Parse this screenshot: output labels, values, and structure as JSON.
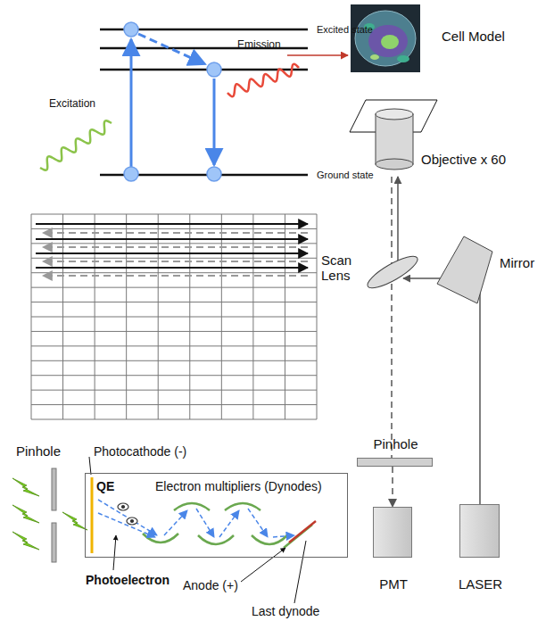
{
  "diagram": {
    "nodes": [
      {
        "text": [
          "QE",
          "Electron multipliers (Dynodes)"
        ]
      },
      {
        "text": [
          "PMT"
        ]
      },
      {
        "text": [
          "LASER"
        ]
      },
      {
        "text": [
          "Pinhole"
        ]
      }
    ],
    "edges": [
      {
        "from": 3,
        "to": 1,
        "arrow": "to"
      }
    ],
    "labels": [
      "Excited state",
      "Emission",
      "Excitation",
      "Ground state",
      "Cell Model",
      "Objective x 60",
      "Scan Lens",
      "Mirror",
      "Pinhole",
      "Photocathode (-)",
      "Photoelectron",
      "Anode (+)",
      "Last dynode"
    ]
  }
}
